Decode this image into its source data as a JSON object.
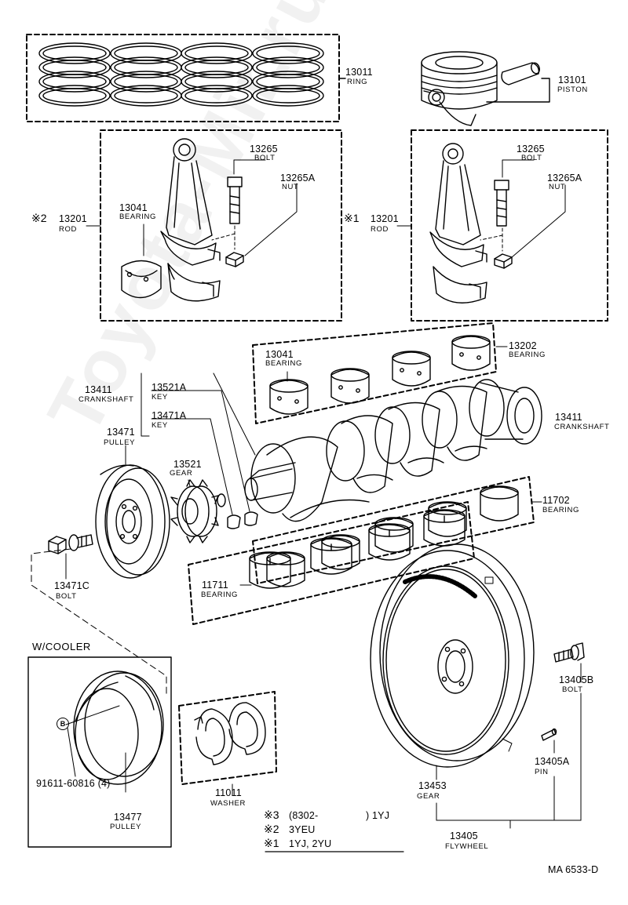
{
  "rings": {
    "part_no": "13011",
    "name": "RING"
  },
  "piston": {
    "part_no": "13101",
    "name": "PISTON"
  },
  "rod_left": {
    "mark": "※2",
    "part_no": "13201",
    "name": "ROD",
    "bearing_no": "13041",
    "bearing_name": "BEARING",
    "bolt_no": "13265",
    "bolt_name": "BOLT",
    "nut_no": "13265A",
    "nut_name": "NUT"
  },
  "rod_right": {
    "mark": "※1",
    "part_no": "13201",
    "name": "ROD",
    "bolt_no": "13265",
    "bolt_name": "BOLT",
    "nut_no": "13265A",
    "nut_name": "NUT"
  },
  "upper_bearing_group": {
    "bearing_no": "13041",
    "bearing_name": "BEARING",
    "part_no": "13202",
    "name": "BEARING"
  },
  "crankshaft_left": {
    "part_no": "13411",
    "name": "CRANKSHAFT"
  },
  "key_upper": {
    "part_no": "13521A",
    "name": "KEY"
  },
  "key_lower": {
    "part_no": "13471A",
    "name": "KEY"
  },
  "crankshaft_right": {
    "part_no": "13411",
    "name": "CRANKSHAFT"
  },
  "pulley": {
    "part_no": "13471",
    "name": "PULLEY"
  },
  "gear": {
    "part_no": "13521",
    "name": "GEAR"
  },
  "main_bearing_lower": {
    "part_no": "11702",
    "name": "BEARING"
  },
  "main_bearing_upper": {
    "part_no": "11711",
    "name": "BEARING"
  },
  "pulley_bolt": {
    "part_no": "13471C",
    "name": "BOLT"
  },
  "cooler": {
    "title": "W/COOLER",
    "badge": "B",
    "bolt_no": "91611-60816 (4)",
    "pulley_no": "13477",
    "pulley_name": "PULLEY"
  },
  "washer": {
    "part_no": "11011",
    "name": "WASHER"
  },
  "flywheel_bolt": {
    "part_no": "13405B",
    "name": "BOLT"
  },
  "pin": {
    "part_no": "13405A",
    "name": "PIN"
  },
  "ring_gear": {
    "part_no": "13453",
    "name": "GEAR"
  },
  "flywheel": {
    "part_no": "13405",
    "name": "FLYWHEEL"
  },
  "legend": [
    {
      "mark": "※3",
      "text": "(8302-",
      "tail": ") 1YJ"
    },
    {
      "mark": "※2",
      "text": "3YEU",
      "tail": ""
    },
    {
      "mark": "※1",
      "text": "1YJ, 2YU",
      "tail": ""
    }
  ],
  "diagram_code": "MA 6533-D",
  "watermark": "Toyota-Mir.ru"
}
